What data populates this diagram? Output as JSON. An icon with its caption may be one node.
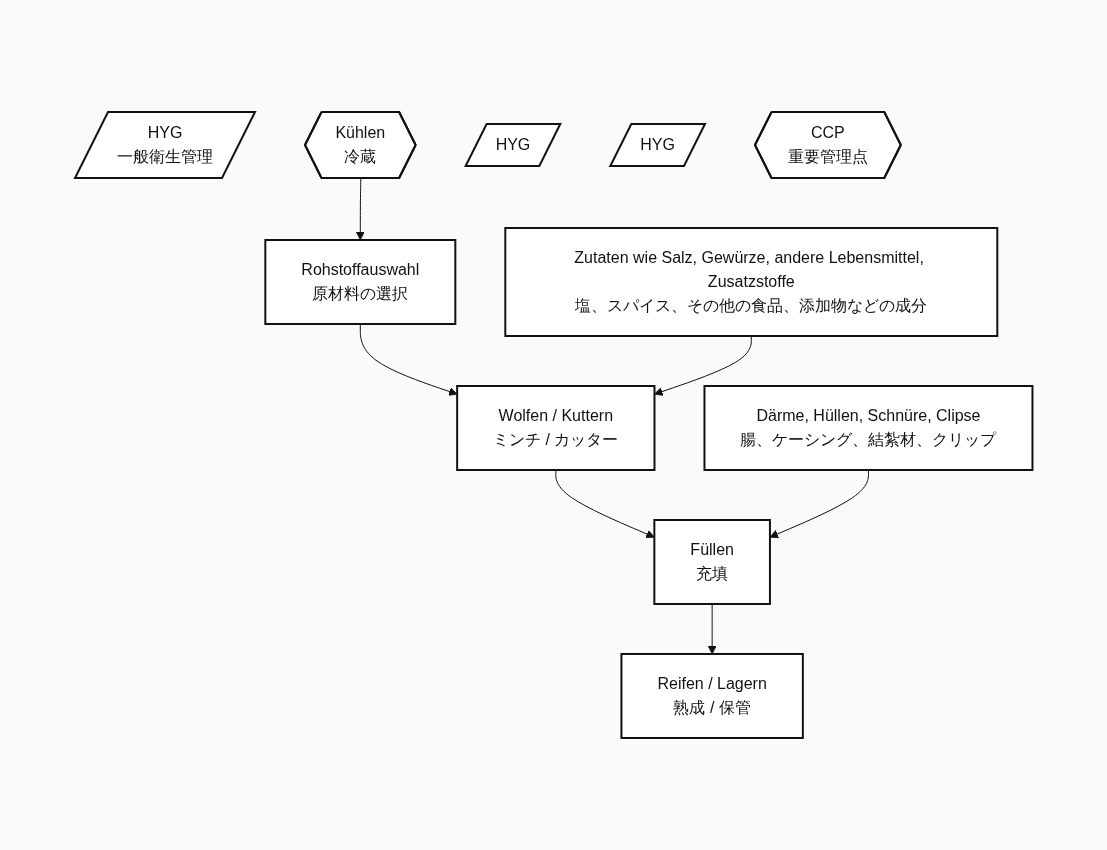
{
  "diagram": {
    "nodes": [
      {
        "text": [
          "HYG",
          "一般衛生管理"
        ]
      },
      {
        "text": [
          "Kühlen",
          "冷蔵"
        ]
      },
      {
        "text": [
          "HYG"
        ]
      },
      {
        "text": [
          "Rohstoffauswahl",
          "原材料の選択"
        ]
      },
      {
        "text": [
          "HYG"
        ]
      },
      {
        "text": [
          "Zutaten wie Salz, Gewürze, andere Lebensmittel, Zusatzstoffe",
          "塩、スパイス、その他の食品、添加物などの成分"
        ]
      },
      {
        "text": [
          "Wolfen / Kuttern",
          "ミンチ / カッター"
        ]
      },
      {
        "text": [
          "Därme, Hüllen, Schnüre, Clipse",
          "腸、ケーシング、結紮材、クリップ"
        ]
      },
      {
        "text": [
          "Füllen",
          "充填"
        ]
      },
      {
        "text": [
          "CCP",
          "重要管理点"
        ]
      },
      {
        "text": [
          "Reifen / Lagern",
          "熟成 / 保管"
        ]
      }
    ],
    "edges": [
      {
        "from": 1,
        "to": 3,
        "arrow": "to"
      },
      {
        "from": 3,
        "to": 6,
        "arrow": "to"
      },
      {
        "from": 5,
        "to": 6,
        "arrow": "to"
      },
      {
        "from": 6,
        "to": 8,
        "arrow": "to"
      },
      {
        "from": 7,
        "to": 8,
        "arrow": "to"
      },
      {
        "from": 8,
        "to": 10,
        "arrow": "to"
      }
    ]
  }
}
